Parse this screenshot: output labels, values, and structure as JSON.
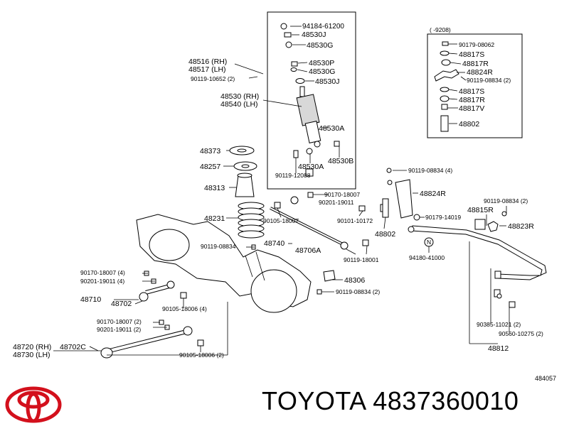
{
  "footer": {
    "brand": "TOYOTA",
    "part_number": "4837360010",
    "logo_icon": "toyota-logo-icon",
    "logo_color": "#d3101c"
  },
  "diagram_code": "484057",
  "inset_box": {
    "range": "(      -9208)"
  },
  "labels": {
    "l_94184_61200": "94184-61200",
    "l_48530J_top": "48530J",
    "l_48530G_top": "48530G",
    "l_48516": "48516 (RH)",
    "l_48517": "48517 (LH)",
    "l_90119_10652": "90119-10652 (2)",
    "l_48530P": "48530P",
    "l_48530G_mid": "48530G",
    "l_48530J_mid": "48530J",
    "l_48530_rh": "48530 (RH)",
    "l_48540_lh": "48540 (LH)",
    "l_48530A_right": "48530A",
    "l_48373": "48373",
    "l_48530B": "48530B",
    "l_48257": "48257",
    "l_48530A_low": "48530A",
    "l_90119_12088": "90119-12088",
    "l_48313": "48313",
    "l_90170_18007_mid": "90170-18007",
    "l_90201_19011_mid": "90201-19011",
    "l_48231": "48231",
    "l_90105_18007": "90105-18007",
    "l_90101_10172": "90101-10172",
    "l_48802": "48802",
    "l_48740": "48740",
    "l_90119_08834_a": "90119-08834",
    "l_48706A": "48706A",
    "l_90119_18001": "90119-18001",
    "l_90179_08062": "90179-08062",
    "l_48817S_a": "48817S",
    "l_48817R_a": "48817R",
    "l_48824R_inset": "48824R",
    "l_90119_08834_inset": "90119-08834 (2)",
    "l_48817S_b": "48817S",
    "l_48817R_b": "48817R",
    "l_48817V": "48817V",
    "l_48802_inset": "48802",
    "l_90119_08834_4": "90119-08834 (4)",
    "l_48824R": "48824R",
    "l_90179_14019": "90179-14019",
    "l_90119_08834_2_right": "90119-08834 (2)",
    "l_48815R": "48815R",
    "l_48823R": "48823R",
    "l_94180_41000": "94180-41000",
    "l_90170_18007_4": "90170-18007 (4)",
    "l_90201_19011_4": "90201-19011 (4)",
    "l_48710": "48710",
    "l_48702": "48702",
    "l_90105_18006_4": "90105-18006 (4)",
    "l_48306": "48306",
    "l_90119_08834_2_low": "90119-08834 (2)",
    "l_90170_18007_2": "90170-18007 (2)",
    "l_90201_19011_2": "90201-19011 (2)",
    "l_48720": "48720 (RH)",
    "l_48730": "48730 (LH)",
    "l_48702C": "48702C",
    "l_90105_18006_2": "90105-18006 (2)",
    "l_90385_11021": "90385-11021 (2)",
    "l_90560_10275": "90560-10275 (2)",
    "l_48812": "48812"
  }
}
